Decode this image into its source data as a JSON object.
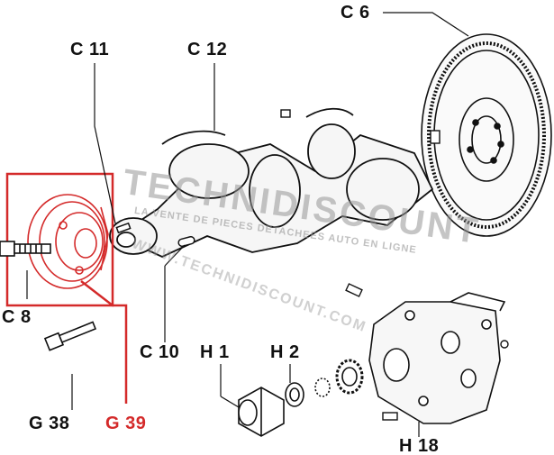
{
  "labels": {
    "c6": "C 6",
    "c11": "C 11",
    "c12": "C 12",
    "c8": "C 8",
    "c10": "C 10",
    "h1": "H 1",
    "h2": "H 2",
    "g38": "G 38",
    "g39": "G 39",
    "h18": "H 18"
  },
  "watermark": {
    "logo": "TECHNIDISCOUNT",
    "tagline": "LA VENTE DE PIECES DETACHEES AUTO EN LIGNE",
    "url": "WWW.TECHNIDISCOUNT.COM"
  },
  "colors": {
    "line_art": "#111111",
    "highlight": "#d42a2a",
    "watermark": "#969696"
  }
}
